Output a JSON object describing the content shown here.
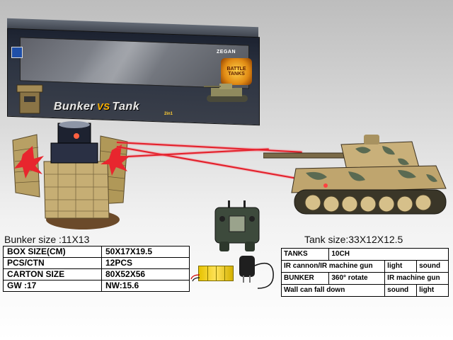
{
  "box": {
    "brand": "ZEGAN",
    "title_left": "Bunker",
    "title_vs": "VS",
    "title_right": "Tank",
    "subtitle": "2in1",
    "badge": "BATTLE TANKS"
  },
  "bunker_size": "Bunker size :11X13",
  "tank_size": "Tank size:33X12X12.5",
  "left_table": [
    [
      "BOX SIZE(CM)",
      "50X17X19.5"
    ],
    [
      "PCS/CTN",
      "12PCS"
    ],
    [
      "CARTON SIZE",
      "80X52X56"
    ],
    [
      "GW :17",
      "NW:15.6"
    ]
  ],
  "right_table": {
    "row1": [
      "TANKS",
      "10CH"
    ],
    "row2": [
      "IR cannon/IR machine gun",
      "light",
      "sound"
    ],
    "row3": [
      "BUNKER",
      "360° rotate",
      "IR machine gun"
    ],
    "row4": [
      "Wall can fall down",
      "sound",
      "light"
    ]
  },
  "colors": {
    "laser": "#e2202a",
    "tank_camo_light": "#c9b07a",
    "tank_camo_dark": "#5a6a52",
    "bunker_stone": "#b8a064"
  }
}
